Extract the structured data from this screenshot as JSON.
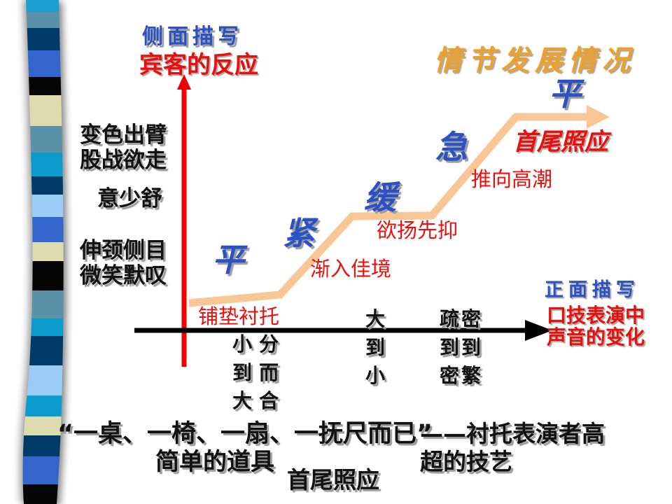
{
  "colors": {
    "blue": "#2a52c5",
    "red": "#e9100c",
    "orange": "#f0a028",
    "peach": "#f9c795",
    "ink": "#121212",
    "red_arrow": "#ee0000",
    "black_axis": "#000000"
  },
  "ribbon": {
    "segments": [
      {
        "to": 17,
        "color": "#1a9fd0"
      },
      {
        "to": 40,
        "color": "#5b92aa"
      },
      {
        "to": 72,
        "color": "#003a69"
      },
      {
        "to": 110,
        "color": "#3365cd"
      },
      {
        "to": 136,
        "color": "#050505"
      },
      {
        "to": 180,
        "color": "#dedcae"
      },
      {
        "to": 218,
        "color": "#5b92aa"
      },
      {
        "to": 252,
        "color": "#0b9bcd"
      },
      {
        "to": 278,
        "color": "#003a69"
      },
      {
        "to": 310,
        "color": "#9accf5"
      },
      {
        "to": 346,
        "color": "#3365cd"
      },
      {
        "to": 373,
        "color": "#dedcae"
      },
      {
        "to": 415,
        "color": "#050505"
      },
      {
        "to": 455,
        "color": "#5b92aa"
      },
      {
        "to": 480,
        "color": "#0b9bcd"
      },
      {
        "to": 522,
        "color": "#003a69"
      },
      {
        "to": 565,
        "color": "#9accf5"
      },
      {
        "to": 595,
        "color": "#0b9bcd"
      },
      {
        "to": 622,
        "color": "#dedcae"
      },
      {
        "to": 652,
        "color": "#003a69"
      },
      {
        "to": 692,
        "color": "#3365cd"
      },
      {
        "to": 720,
        "color": "#050505"
      }
    ]
  },
  "side_desc": {
    "title": "侧面描写",
    "subtitle": "宾客的反应"
  },
  "plot_title": "情节发展情况",
  "audience": {
    "group1": "变色出臂\n股战欲走",
    "group2": "意少舒",
    "group3": "伸颈侧目\n微笑默叹"
  },
  "stages": {
    "s1": "平",
    "s2": "紧",
    "s3": "缓",
    "s4": "急",
    "s5": "平"
  },
  "annotations": {
    "a1": "铺垫衬托",
    "a2": "渐入佳境",
    "a3": "欲扬先抑",
    "a4": "推向高潮",
    "echo": "首尾照应"
  },
  "front_desc": {
    "title": "正面描写",
    "line1": "口技表演中",
    "line2": "声音的变化"
  },
  "sound_changes": {
    "c1": "小到大",
    "c2": "分而合",
    "c3": "大到小",
    "c4": "疏到密",
    "c5": "密到繁"
  },
  "bottom": {
    "quote": "“一桌、一椅、一扇、一抚尺而已”",
    "props": "简单的道具",
    "echo": "首尾照应",
    "conclusion": "——衬托表演者高\n超的技艺"
  }
}
